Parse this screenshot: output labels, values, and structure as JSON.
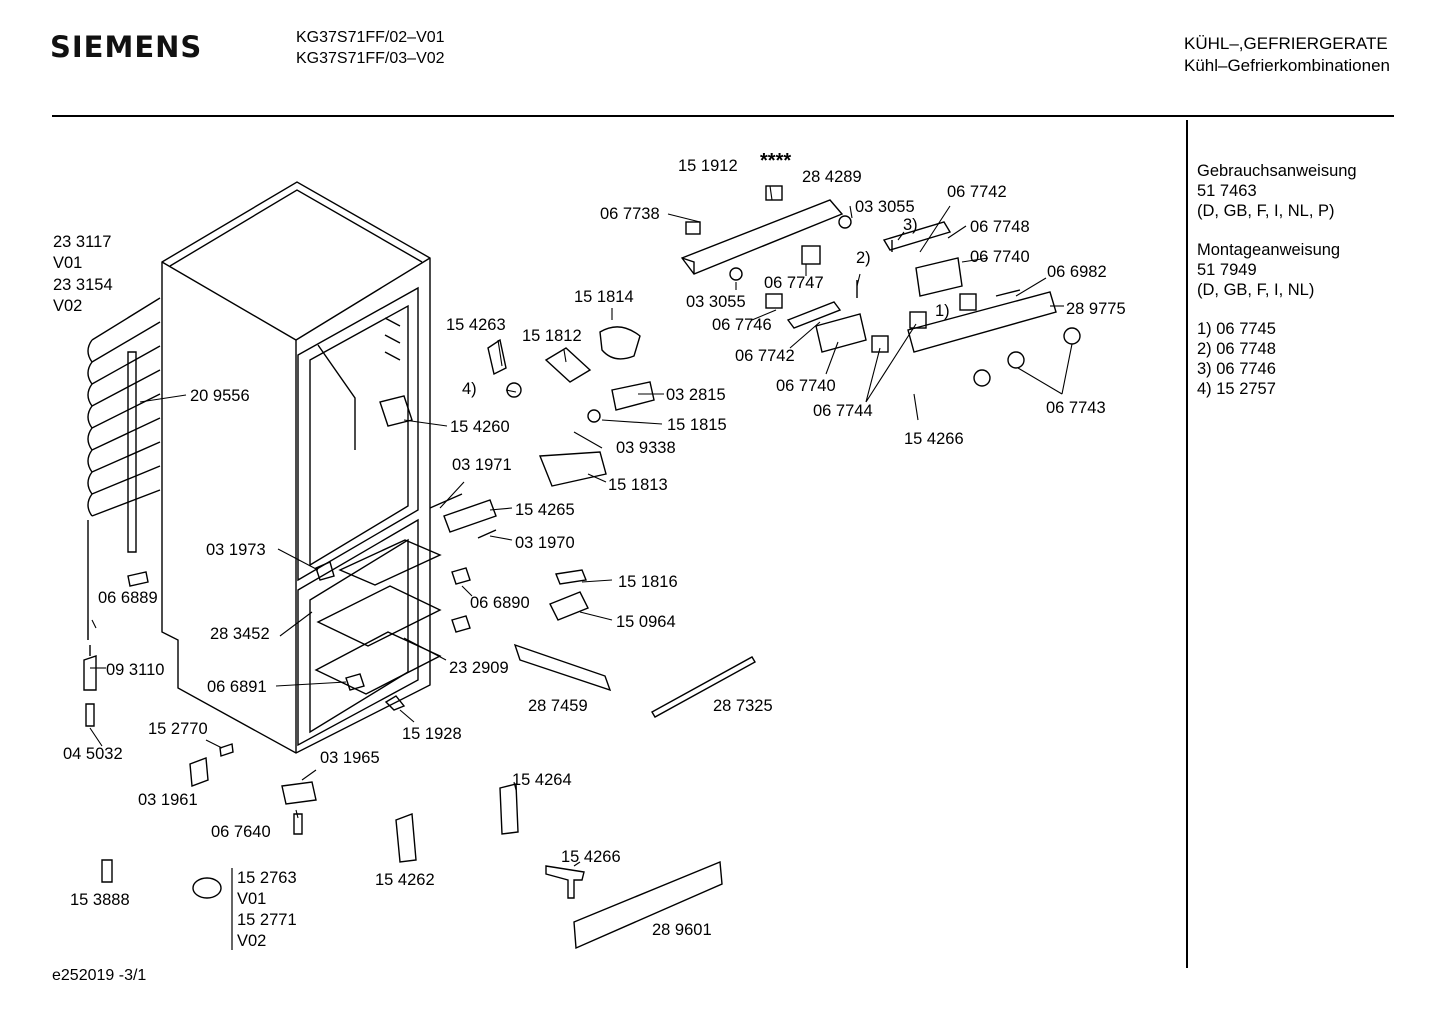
{
  "header": {
    "brand": "SIEMENS",
    "models": [
      "KG37S71FF/02–V01",
      "KG37S71FF/03–V02"
    ],
    "category": [
      "KÜHL–,GEFRIERGERATE",
      "Kühl–Gefrierkombinationen"
    ]
  },
  "side": {
    "manual": {
      "title": "Gebrauchsanweisung",
      "number": "51 7463",
      "langs": "(D, GB, F, I, NL, P)"
    },
    "install": {
      "title": "Montageanweisung",
      "number": "51 7949",
      "langs": "(D, GB, F, I, NL)"
    },
    "notes": [
      "1)  06 7745",
      "2)  06 7748",
      "3)  06 7746",
      "4)  15 2757"
    ]
  },
  "footer": {
    "code": "e252019   -3/1"
  },
  "labels": {
    "l233117": "23 3117",
    "lV01a": "V01",
    "l233154": "23 3154",
    "lV02a": "V02",
    "l209556": "20 9556",
    "l066889": "06 6889",
    "l093110": "09 3110",
    "l045032": "04 5032",
    "l152770": "15 2770",
    "l031961": "03 1961",
    "l067640": "06 7640",
    "l031965": "03 1965",
    "l153888": "15 3888",
    "l152763": "15 2763",
    "lV01b": "V01",
    "l152771": "15 2771",
    "lV02b": "V02",
    "l154262": "15 4262",
    "l154264": "15 4264",
    "l154266b": "15 4266",
    "l289601": "28 9601",
    "l287459": "28 7459",
    "l287325": "28 7325",
    "l151928": "15 1928",
    "l066891": "06 6891",
    "l283452": "28 3452",
    "l232909": "23 2909",
    "l066890": "06 6890",
    "l031973": "03 1973",
    "l031970": "03 1970",
    "l154265": "15 4265",
    "l031971": "03 1971",
    "l151816": "15 1816",
    "l150964": "15 0964",
    "l151813": "15 1813",
    "l039338": "03 9338",
    "l151815": "15 1815",
    "l032815": "03 2815",
    "l154260": "15 4260",
    "l154263": "15 4263",
    "l151812": "15 1812",
    "l151814": "15 1814",
    "l4": "4)",
    "l151912": "15 1912",
    "lstars": "****",
    "l284289": "28 4289",
    "l067738": "06 7738",
    "l033055a": "03 3055",
    "l033055b": "03 3055",
    "l067742a": "06 7742",
    "l067748": "06 7748",
    "l3": "3)",
    "l2": "2)",
    "l067740a": "06 7740",
    "l067747": "06 7747",
    "l066982": "06 6982",
    "l067746": "06 7746",
    "l1": "1)",
    "l289775": "28 9775",
    "l067742b": "06 7742",
    "l067740b": "06 7740",
    "l067744": "06 7744",
    "l067743": "06 7743",
    "l154266a": "15 4266"
  }
}
